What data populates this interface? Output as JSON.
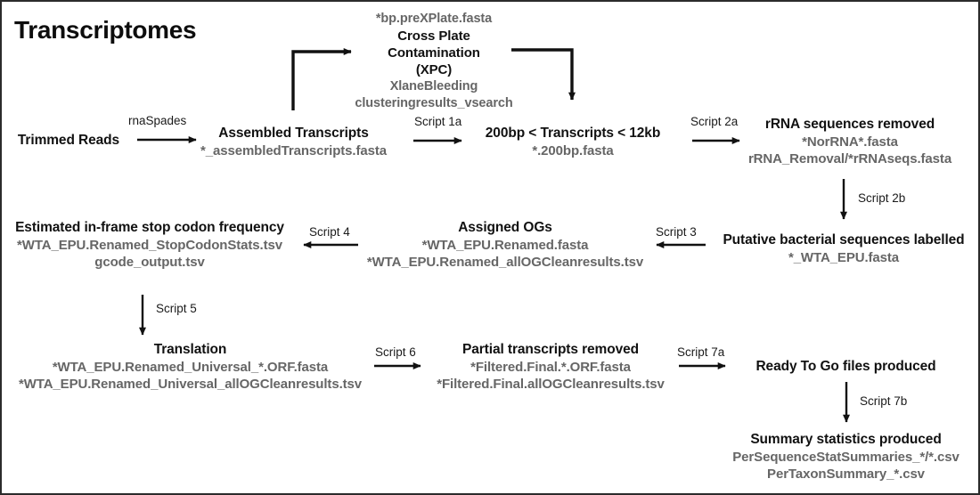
{
  "page": {
    "title": "Transcriptomes",
    "border_color": "#2b2b2b",
    "background": "#ffffff",
    "title_color": "#0d0d0d",
    "node_title_color": "#111111",
    "node_file_color": "#666666",
    "arrow_color": "#111111"
  },
  "nodes": {
    "trimmed_reads": {
      "title": "Trimmed Reads",
      "files": []
    },
    "xpc": {
      "pre_file": "*bp.preXPlate.fasta",
      "title_line1": "Cross Plate",
      "title_line2": "Contamination",
      "title_line3": "(XPC)",
      "files": [
        "XlaneBleeding",
        "clusteringresults_vsearch"
      ]
    },
    "assembled_transcripts": {
      "title": "Assembled Transcripts",
      "files": [
        "*_assembledTranscripts.fasta"
      ]
    },
    "size_filtered": {
      "title": "200bp < Transcripts < 12kb",
      "files": [
        "*.200bp.fasta"
      ]
    },
    "rrna_removed": {
      "title": "rRNA sequences removed",
      "files": [
        "*NorRNA*.fasta",
        "rRNA_Removal/*rRNAseqs.fasta"
      ]
    },
    "bacterial_labelled": {
      "title": "Putative bacterial sequences labelled",
      "files": [
        "*_WTA_EPU.fasta"
      ]
    },
    "assigned_ogs": {
      "title": "Assigned OGs",
      "files": [
        "*WTA_EPU.Renamed.fasta",
        "*WTA_EPU.Renamed_allOGCleanresults.tsv"
      ]
    },
    "stop_codon": {
      "title": "Estimated in-frame stop codon frequency",
      "files": [
        "*WTA_EPU.Renamed_StopCodonStats.tsv",
        "gcode_output.tsv"
      ]
    },
    "translation": {
      "title": "Translation",
      "files": [
        "*WTA_EPU.Renamed_Universal_*.ORF.fasta",
        "*WTA_EPU.Renamed_Universal_allOGCleanresults.tsv"
      ]
    },
    "partial_removed": {
      "title": "Partial transcripts removed",
      "files": [
        "*Filtered.Final.*.ORF.fasta",
        "*Filtered.Final.allOGCleanresults.tsv"
      ]
    },
    "ready_to_go": {
      "title": "Ready To Go files produced",
      "files": []
    },
    "summary_stats": {
      "title": "Summary statistics produced",
      "files": [
        "PerSequenceStatSummaries_*/*.csv",
        "PerTaxonSummary_*.csv"
      ]
    }
  },
  "edges": {
    "rnaspades": "rnaSpades",
    "script_1a": "Script 1a",
    "script_2a": "Script 2a",
    "script_2b": "Script 2b",
    "script_3": "Script 3",
    "script_4": "Script 4",
    "script_5": "Script 5",
    "script_6": "Script 6",
    "script_7a": "Script 7a",
    "script_7b": "Script 7b"
  }
}
